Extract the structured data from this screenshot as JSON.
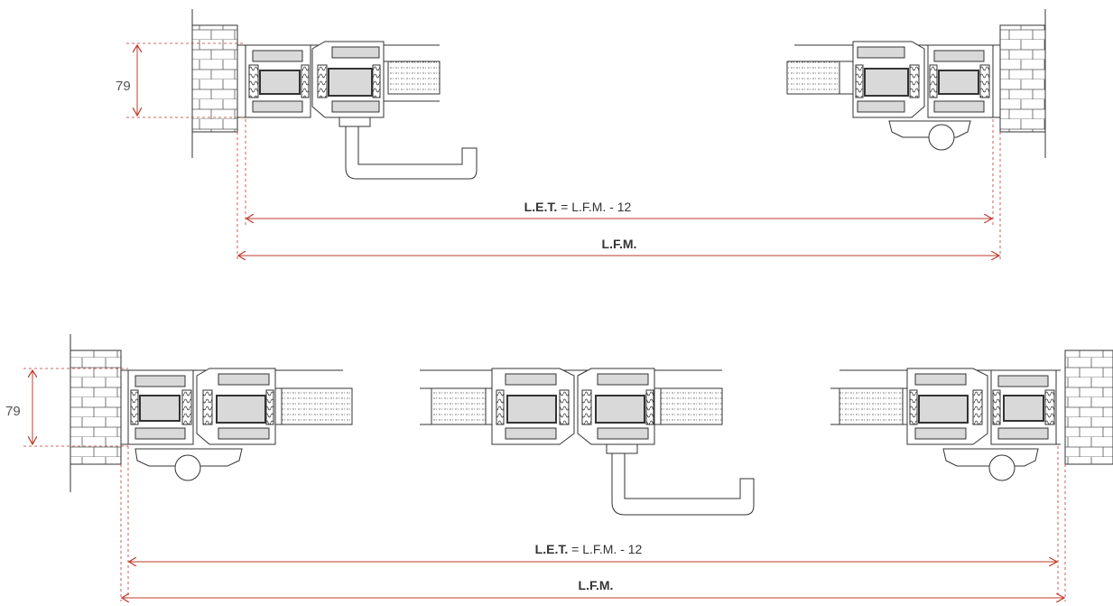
{
  "top": {
    "height_label": "79",
    "let_bold": "L.E.T.",
    "let_rest": " = L.F.M. - 12",
    "lfm": "L.F.M."
  },
  "bottom": {
    "height_label": "79",
    "let_bold": "L.E.T.",
    "let_rest": " = L.F.M. - 12",
    "lfm": "L.F.M."
  },
  "colors": {
    "dimension_red": "#c0392b",
    "line": "#333333",
    "fill_grey": "#d9d9d9"
  }
}
